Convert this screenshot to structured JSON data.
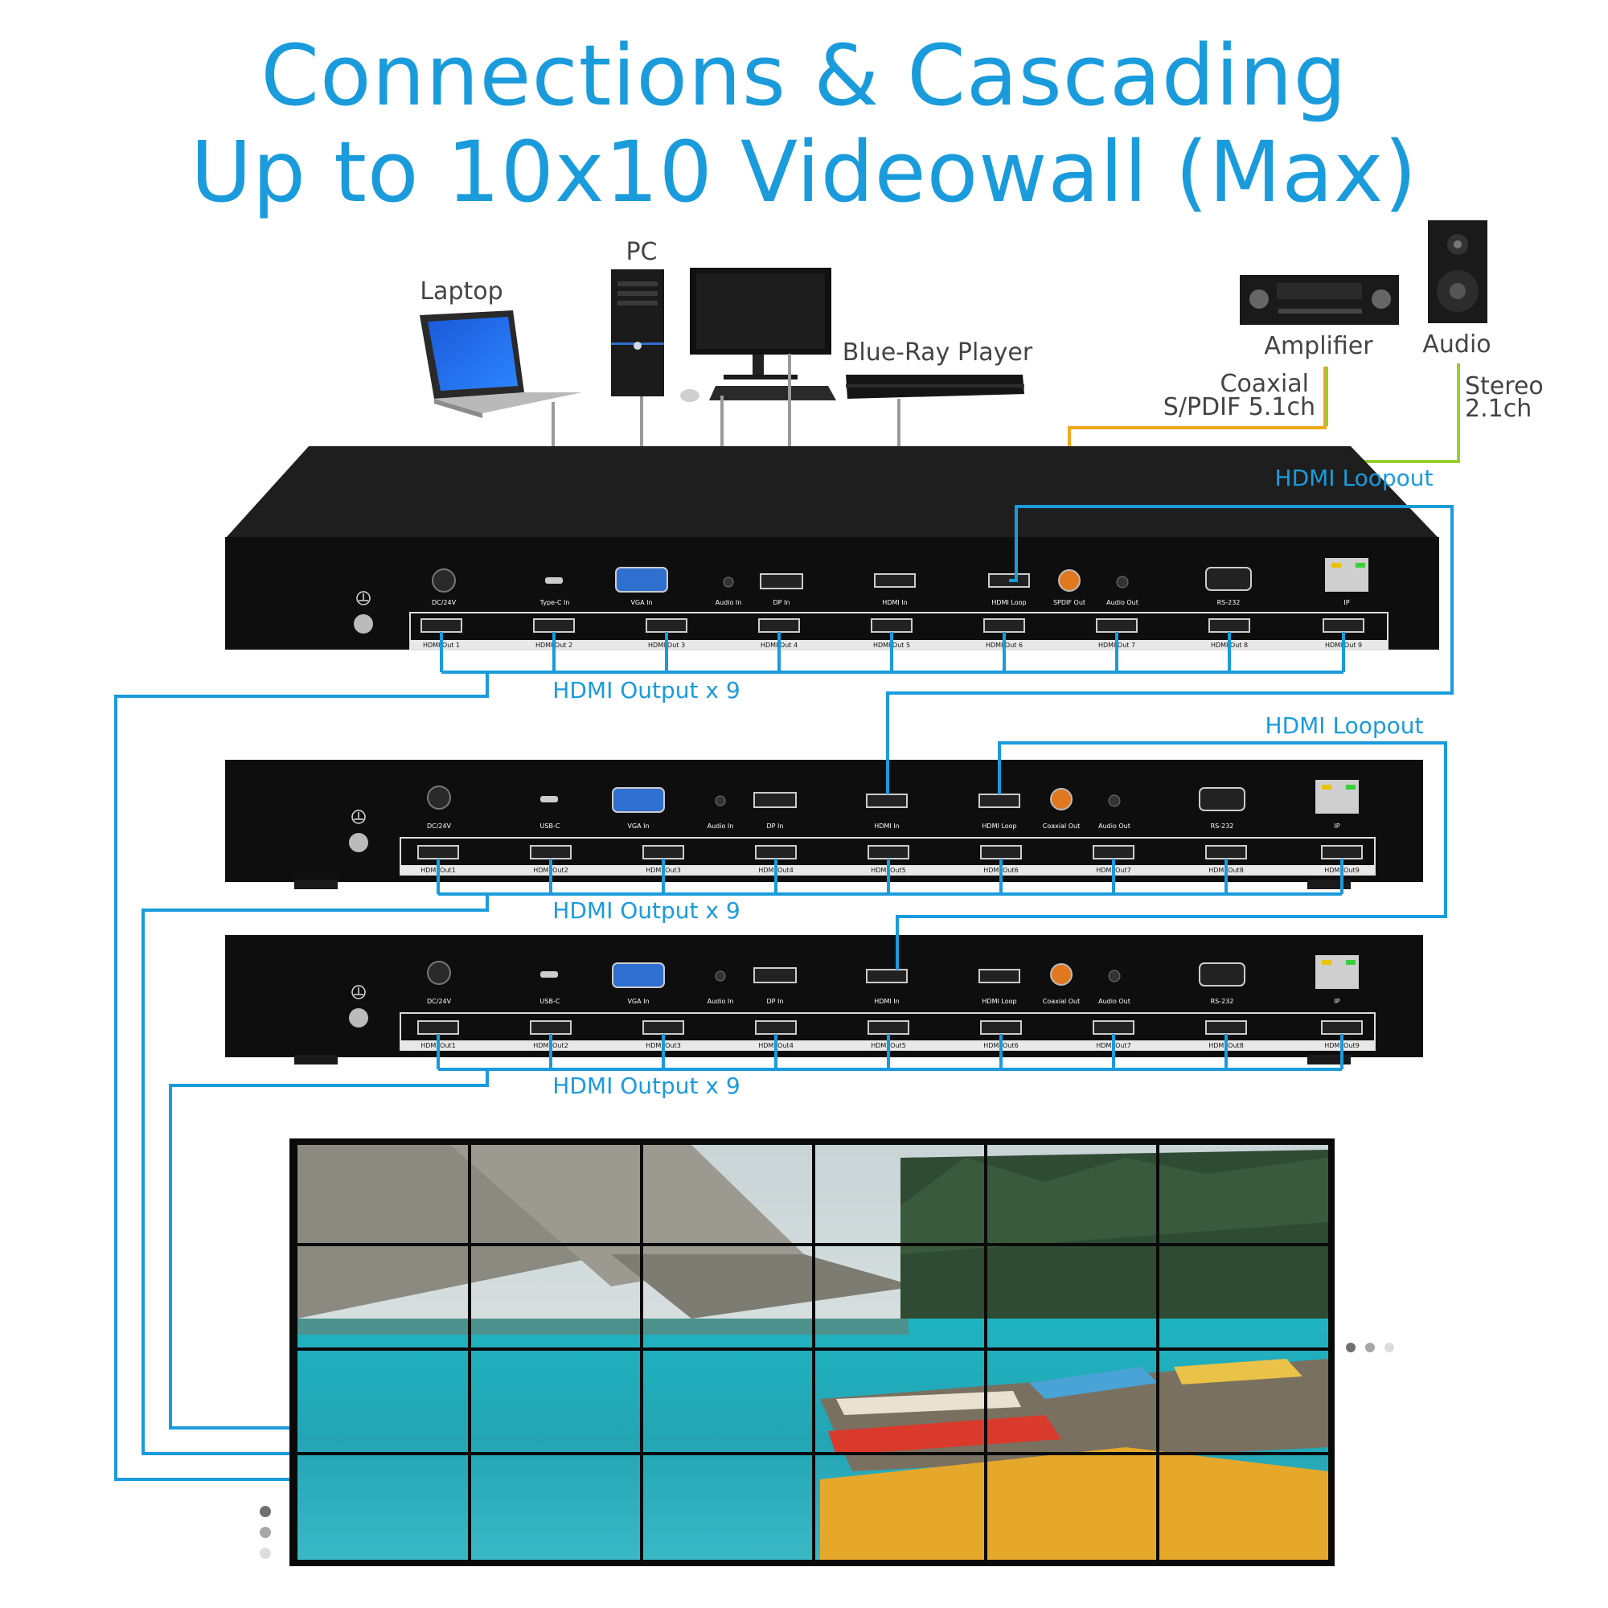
{
  "title": {
    "line1": "Connections & Cascading",
    "line2": "Up to 10x10 Videowall (Max)"
  },
  "colors": {
    "accent": "#1a9bdc",
    "audio_cable": "#9acd32",
    "spdif_cable": "#f0a81c",
    "device_body": "#111111",
    "cable_gray": "#9a9a9a"
  },
  "sources": {
    "laptop": "Laptop",
    "pc": "PC",
    "bluray": "Blue-Ray Player",
    "amplifier": "Amplifier",
    "audio": "Audio"
  },
  "audio_links": {
    "coaxial_line1": "Coaxial",
    "coaxial_line2": "S/PDIF 5.1ch",
    "stereo_line1": "Stereo",
    "stereo_line2": "2.1ch"
  },
  "loopout_labels": [
    "HDMI Loopout",
    "HDMI Loopout"
  ],
  "output_labels": [
    "HDMI Output x 9",
    "HDMI Output x 9",
    "HDMI Output x 9"
  ],
  "units": [
    {
      "ports": [
        "DC/24V",
        "Type-C In",
        "VGA In",
        "Audio In",
        "DP In",
        "HDMI In",
        "HDMI Loop",
        "SPDIF Out",
        "Audio Out",
        "RS-232",
        "IP"
      ],
      "outputs": [
        "HDMI Out 1",
        "HDMI Out 2",
        "HDMI Out 3",
        "HDMI Out 4",
        "HDMI Out 5",
        "HDMI Out 6",
        "HDMI Out 7",
        "HDMI Out 8",
        "HDMI Out 9"
      ]
    },
    {
      "ports": [
        "DC/24V",
        "USB-C",
        "VGA In",
        "Audio In",
        "DP In",
        "HDMI In",
        "HDMI Loop",
        "Coaxial Out",
        "Audio Out",
        "RS-232",
        "IP"
      ],
      "outputs": [
        "HDMI Out1",
        "HDMI Out2",
        "HDMI Out3",
        "HDMI Out4",
        "HDMI Out5",
        "HDMI Out6",
        "HDMI Out7",
        "HDMI Out8",
        "HDMI Out9"
      ]
    },
    {
      "ports": [
        "DC/24V",
        "USB-C",
        "VGA In",
        "Audio In",
        "DP In",
        "HDMI In",
        "HDMI Loop",
        "Coaxial Out",
        "Audio Out",
        "RS-232",
        "IP"
      ],
      "outputs": [
        "HDMI Out1",
        "HDMI Out2",
        "HDMI Out3",
        "HDMI Out4",
        "HDMI Out5",
        "HDMI Out6",
        "HDMI Out7",
        "HDMI Out8",
        "HDMI Out9"
      ]
    }
  ],
  "videowall": {
    "columns": 6,
    "rows": 4
  },
  "icons": [
    "laptop-icon",
    "pc-tower-icon",
    "monitor-icon",
    "bluray-player-icon",
    "amplifier-icon",
    "speaker-icon",
    "ground-icon"
  ]
}
